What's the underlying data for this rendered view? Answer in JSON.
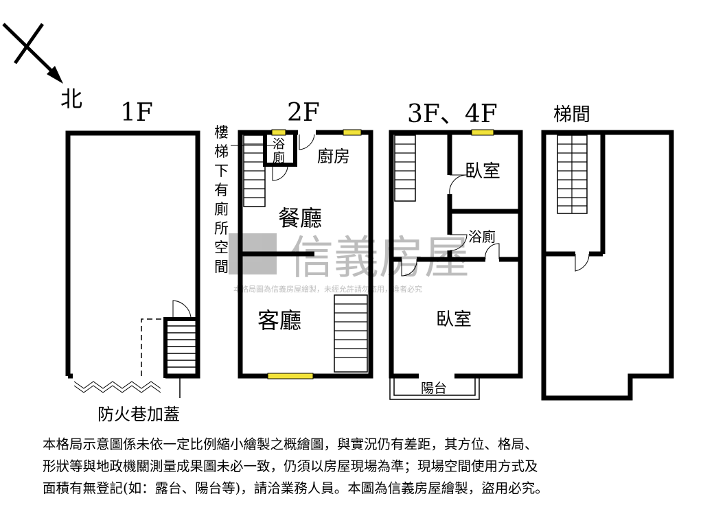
{
  "compass": {
    "north_label": "北"
  },
  "floors": {
    "f1": {
      "title": "1F",
      "annotation": "防火巷加蓋"
    },
    "f2": {
      "title": "2F",
      "side_note": [
        "樓",
        "梯",
        "下",
        "有",
        "廁",
        "所",
        "空",
        "間"
      ],
      "rooms": {
        "bath": [
          "浴",
          "廁"
        ],
        "kitchen": "廚房",
        "dining": "餐廳",
        "living": "客廳"
      }
    },
    "f34": {
      "title": "3F、4F",
      "rooms": {
        "bedroom1": "臥室",
        "bath": "浴廁",
        "bedroom2": "臥室",
        "balcony": "陽台"
      }
    },
    "stair": {
      "title": "梯間"
    }
  },
  "watermark": {
    "brand": "信義房屋",
    "notice": "本格局圖為信義房屋繪製，未經允許請勿盜用，違者必究"
  },
  "disclaimer": [
    "本格局示意圖係未依一定比例縮小繪製之概繪圖，與實況仍有差距，其方位、格局、",
    "形狀等與地政機關測量成果圖未必一致，仍須以房屋現場為準；現場空間使用方式及",
    "面積有無登記(如：露台、陽台等)，請洽業務人員。本圖為信義房屋繪製，盜用必究。"
  ],
  "colors": {
    "wall": "#000000",
    "window": "#f2e33a",
    "watermark": "#9a9a9a"
  }
}
